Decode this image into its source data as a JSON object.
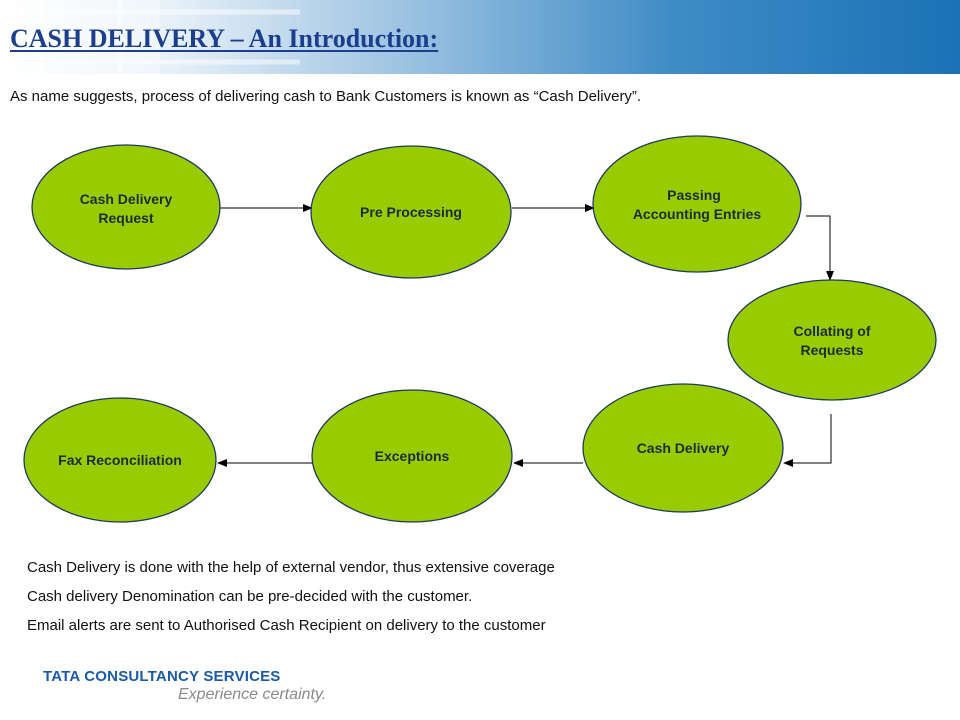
{
  "slide": {
    "title": "CASH DELIVERY – An Introduction:",
    "intro": "As name suggests, process of delivering cash to Bank Customers is known as “Cash Delivery”."
  },
  "diagram": {
    "nodes": [
      {
        "id": "request",
        "lines": [
          "Cash Delivery",
          "Request"
        ]
      },
      {
        "id": "preprocessing",
        "lines": [
          "Pre Processing"
        ]
      },
      {
        "id": "accounting",
        "lines": [
          "Passing",
          "Accounting Entries"
        ]
      },
      {
        "id": "collating",
        "lines": [
          "Collating of",
          "Requests"
        ]
      },
      {
        "id": "delivery",
        "lines": [
          "Cash Delivery"
        ]
      },
      {
        "id": "exceptions",
        "lines": [
          "Exceptions"
        ]
      },
      {
        "id": "fax",
        "lines": [
          "Fax Reconciliation"
        ]
      }
    ],
    "colors": {
      "node_fill": "#99cc00",
      "node_stroke": "#1f3864"
    }
  },
  "notes": [
    "Cash Delivery is done with the help of external vendor, thus extensive coverage",
    "Cash delivery Denomination can be pre-decided with the customer.",
    "Email alerts are sent to Authorised Cash Recipient on delivery to the customer"
  ],
  "footer": {
    "company": "TATA CONSULTANCY SERVICES",
    "tagline": "Experience certainty."
  }
}
